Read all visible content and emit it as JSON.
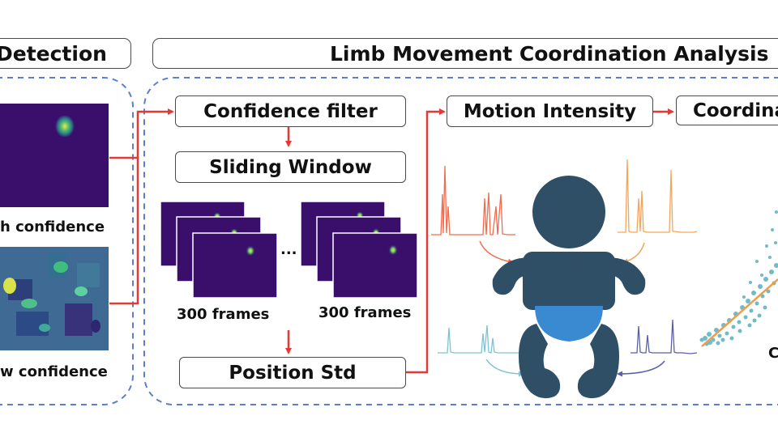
{
  "headers": {
    "detection": "Detection",
    "analysis": "Limb Movement Coordination Analysis"
  },
  "steps": {
    "confidence_filter": "Confidence filter",
    "sliding_window": "Sliding Window",
    "position_std": "Position Std",
    "motion_intensity": "Motion Intensity",
    "coordination": "Coordina"
  },
  "labels": {
    "high_confidence": "h confidence",
    "low_confidence": "w confidence",
    "frames_a": "300 frames",
    "frames_b": "300 frames",
    "ellipsis": "...",
    "partial_c": "C"
  },
  "colors": {
    "heatmap_bg": "#3a0f6b",
    "arrow": "#e53935",
    "dashed_border": "#5b7ec9",
    "baby": "#2f4f66",
    "diaper": "#3a8ad1",
    "signal_top_left": "#ef6d4e",
    "signal_top_right": "#f5a65b",
    "signal_bottom_left": "#7fc3d3",
    "signal_bottom_right": "#5b5fa8",
    "scatter_points": "#6fbcc8",
    "fit_line": "#f29c4a"
  }
}
